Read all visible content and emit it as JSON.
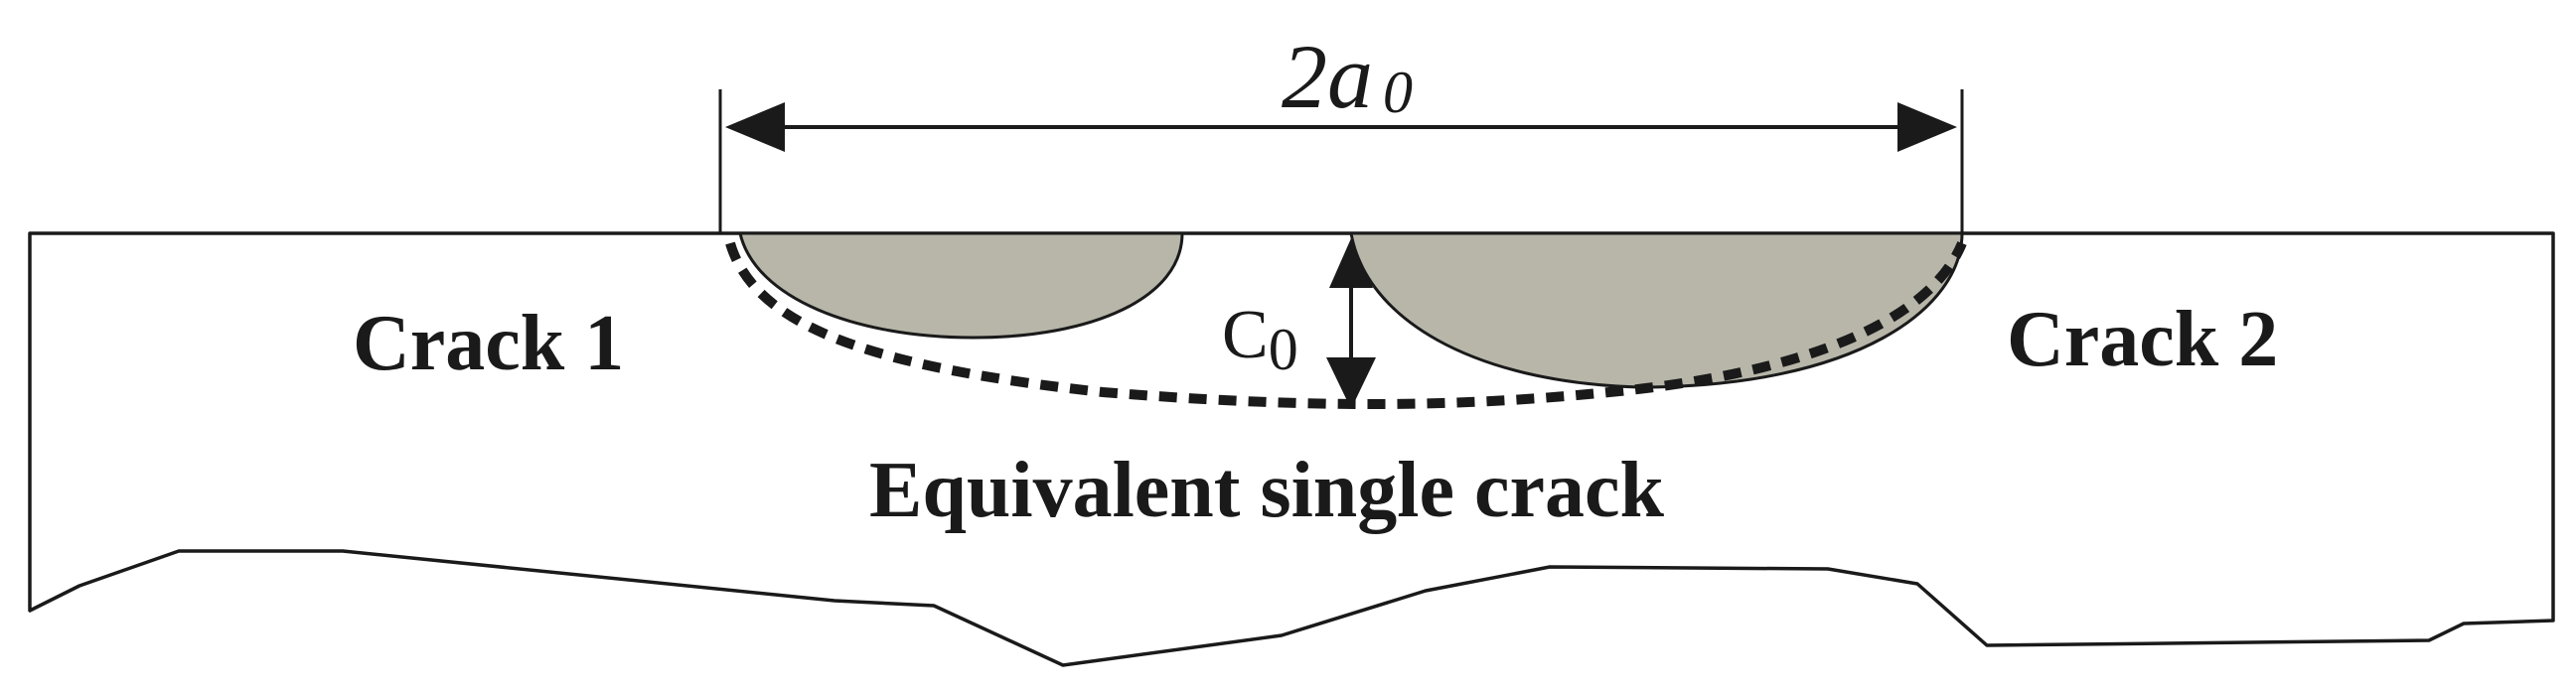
{
  "labels": {
    "dimension": "2a",
    "dimension_sub": "0",
    "crack_left": "Crack 1",
    "crack_right": "Crack 2",
    "depth": "C",
    "depth_sub": "0",
    "equivalent": "Equivalent single crack"
  },
  "colors": {
    "crack_fill": "#b7b6a9",
    "stroke": "#1a1a1a",
    "background": "#ffffff"
  }
}
